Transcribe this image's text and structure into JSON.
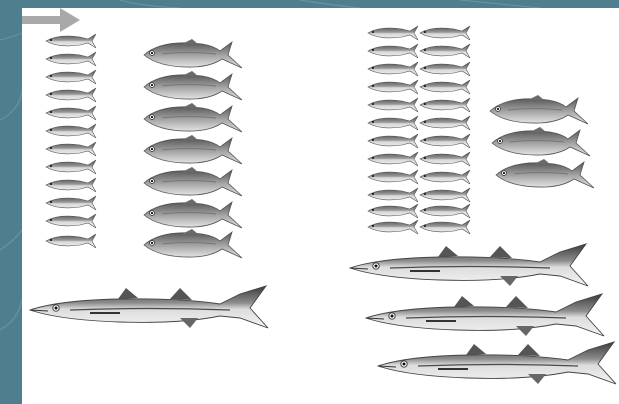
{
  "colors": {
    "background": "#4f7f8e",
    "panel": "#ffffff",
    "arrow": "#a9a9a9",
    "fish_body": "#a6a6a6",
    "fish_dark": "#3a3a3a",
    "fish_light": "#e6e6e6"
  },
  "before": {
    "small_fish_count": 12,
    "medium_fish_count": 7,
    "large_fish_count": 1
  },
  "after": {
    "small_fish_count": 24,
    "medium_fish_count": 3,
    "large_fish_count": 3
  },
  "icons": {
    "arrow": "right-arrow-icon",
    "small_fish": "small-fish-icon",
    "medium_fish": "medium-fish-icon",
    "large_fish": "barracuda-icon"
  }
}
